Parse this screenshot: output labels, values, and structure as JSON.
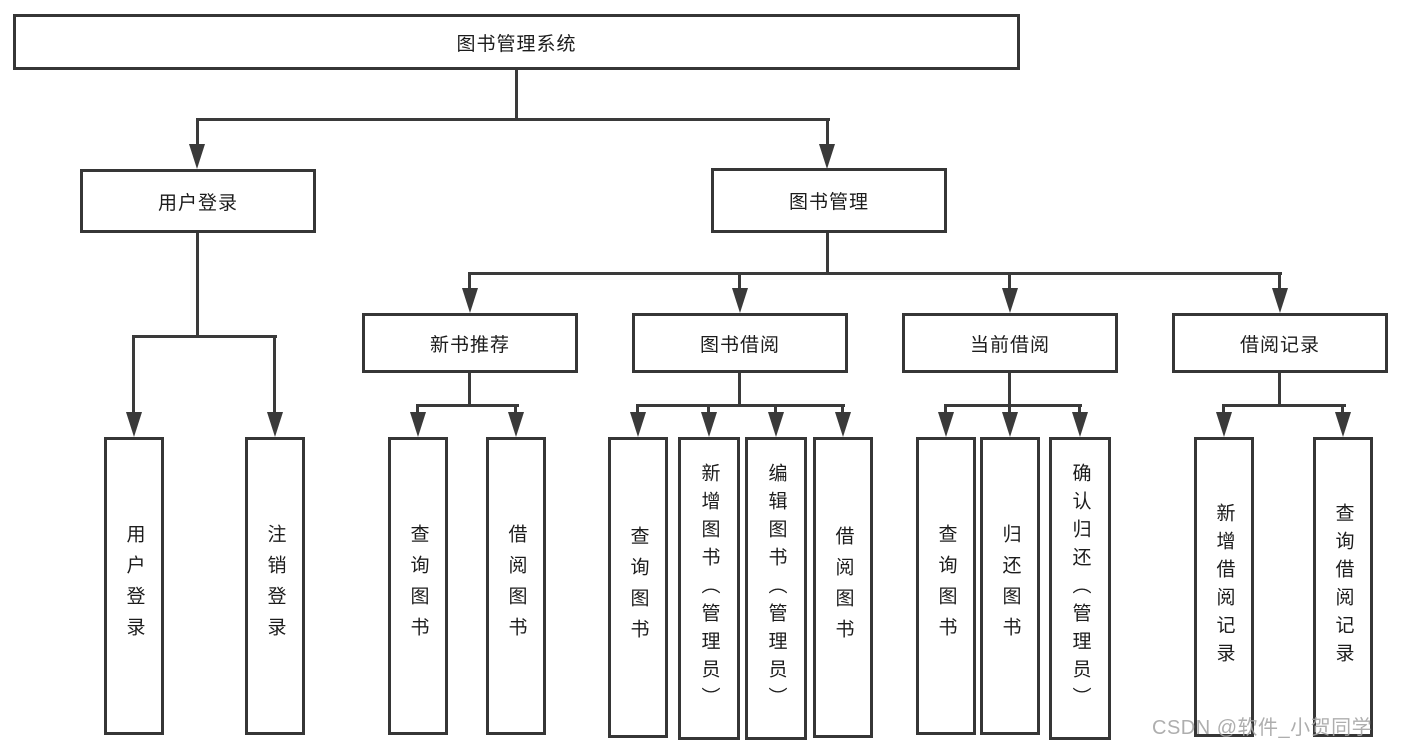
{
  "colors": {
    "line": "#3a3a3a",
    "box_border": "#363636",
    "box_fill": "#ffffff",
    "text": "#1c1c1c",
    "watermark": "#a5a5a5"
  },
  "nodes": {
    "root": "图书管理系统",
    "user_login": "用户登录",
    "book_mgmt": "图书管理",
    "new_book": "新书推荐",
    "book_borrow": "图书借阅",
    "current_borrow": "当前借阅",
    "borrow_record": "借阅记录",
    "leaf_user_login": "用户登录",
    "leaf_logout": "注销登录",
    "leaf_nb_query": "查询图书",
    "leaf_nb_borrow": "借阅图书",
    "leaf_bb_query": "查询图书",
    "leaf_bb_add": "新增图书（管理员）",
    "leaf_bb_edit": "编辑图书（管理员）",
    "leaf_bb_borrow": "借阅图书",
    "leaf_cb_query": "查询图书",
    "leaf_cb_return": "归还图书",
    "leaf_cb_confirm": "确认归还（管理员）",
    "leaf_br_add": "新增借阅记录",
    "leaf_br_query": "查询借阅记录"
  },
  "hierarchy": {
    "label": "图书管理系统",
    "children": [
      {
        "label": "用户登录",
        "children": [
          {
            "label": "用户登录"
          },
          {
            "label": "注销登录"
          }
        ]
      },
      {
        "label": "图书管理",
        "children": [
          {
            "label": "新书推荐",
            "children": [
              {
                "label": "查询图书"
              },
              {
                "label": "借阅图书"
              }
            ]
          },
          {
            "label": "图书借阅",
            "children": [
              {
                "label": "查询图书"
              },
              {
                "label": "新增图书（管理员）"
              },
              {
                "label": "编辑图书（管理员）"
              },
              {
                "label": "借阅图书"
              }
            ]
          },
          {
            "label": "当前借阅",
            "children": [
              {
                "label": "查询图书"
              },
              {
                "label": "归还图书"
              },
              {
                "label": "确认归还（管理员）"
              }
            ]
          },
          {
            "label": "借阅记录",
            "children": [
              {
                "label": "新增借阅记录"
              },
              {
                "label": "查询借阅记录"
              }
            ]
          }
        ]
      }
    ]
  },
  "watermark": {
    "text": "CSDN @软件_小贺同学"
  }
}
